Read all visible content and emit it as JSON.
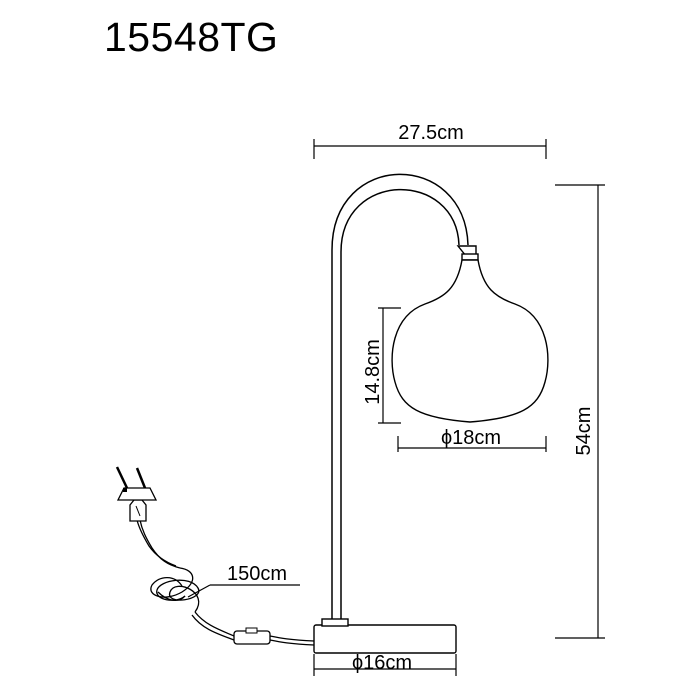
{
  "model_code": "15548TG",
  "dimensions": {
    "width_label": "27.5cm",
    "height_label": "54cm",
    "shade_height_label": "14.8cm",
    "shade_diameter_label": "ϕ18cm",
    "base_diameter_label": "ϕ16cm",
    "cable_length_label": "150cm"
  },
  "colors": {
    "line": "#000000",
    "background": "#ffffff"
  }
}
